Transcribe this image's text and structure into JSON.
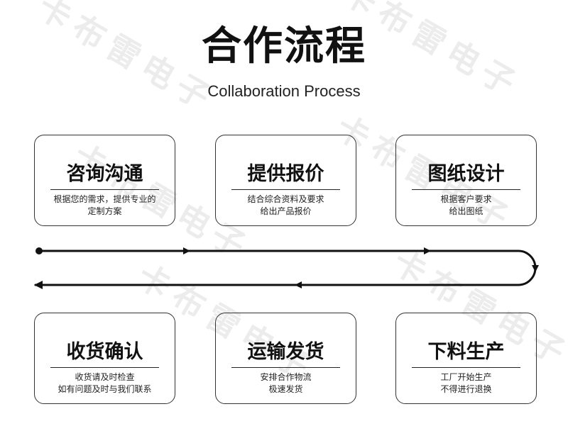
{
  "header": {
    "title": "合作流程",
    "subtitle": "Collaboration Process"
  },
  "watermark_text": "卡布雷电子",
  "steps": [
    {
      "title": "咨询沟通",
      "line1": "根据您的需求，提供专业的",
      "line2": "定制方案"
    },
    {
      "title": "提供报价",
      "line1": "结合综合资料及要求",
      "line2": "给出产品报价"
    },
    {
      "title": "图纸设计",
      "line1": "根据客户要求",
      "line2": "给出图纸"
    },
    {
      "title": "收货确认",
      "line1": "收货请及时检查",
      "line2": "如有问题及时与我们联系"
    },
    {
      "title": "运输发货",
      "line1": "安排合作物流",
      "line2": "极速发货"
    },
    {
      "title": "下料生产",
      "line1": "工厂开始生产",
      "line2": "不得进行退换"
    }
  ],
  "colors": {
    "line": "#111111",
    "border": "#333333"
  }
}
